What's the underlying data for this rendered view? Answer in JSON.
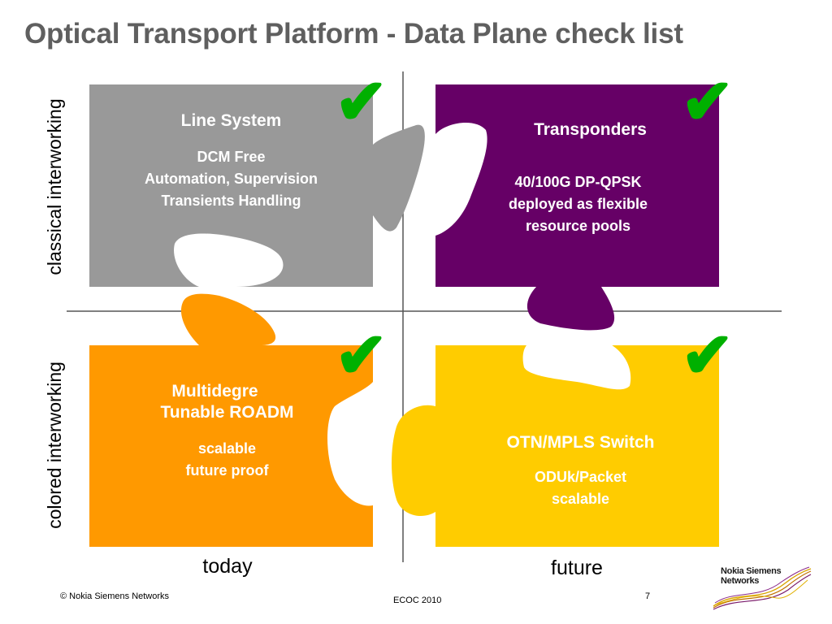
{
  "title": "Optical Transport Platform - Data Plane check list",
  "axes": {
    "y_top": "classical interworking",
    "y_bottom": "colored interworking",
    "x_left": "today",
    "x_right": "future"
  },
  "quadrants": {
    "line_system": {
      "title": "Line System",
      "lines": [
        "DCM Free",
        "Automation, Supervision",
        "Transients Handling"
      ],
      "color": "#999999"
    },
    "transponders": {
      "title": "Transponders",
      "lines": [
        "40/100G DP-QPSK",
        "deployed as flexible",
        "resource pools"
      ],
      "color": "#660066"
    },
    "roadm": {
      "title_lines": [
        "Multidegre",
        "Tunable ROADM"
      ],
      "lines": [
        "scalable",
        "future proof"
      ],
      "color": "#ff9900"
    },
    "switch": {
      "title": "OTN/MPLS Switch",
      "lines": [
        "ODUk/Packet",
        "scalable"
      ],
      "color": "#ffcc00"
    }
  },
  "check_symbol": "✔",
  "check_color": "#00b000",
  "footer": {
    "copyright": "© Nokia Siemens Networks",
    "event": "ECOC  2010",
    "page": "7"
  },
  "brand": {
    "line1": "Nokia Siemens",
    "line2": "Networks"
  }
}
